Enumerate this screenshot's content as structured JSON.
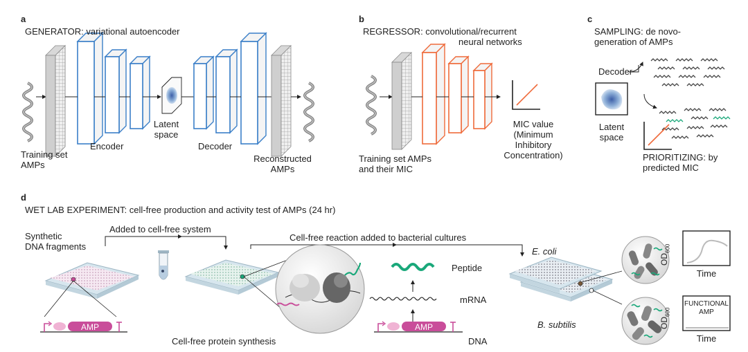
{
  "panel_a": {
    "letter": "a",
    "title": "GENERATOR: variational autoencoder",
    "training_set": [
      "Training set",
      "AMPs"
    ],
    "encoder": "Encoder",
    "latent_space": [
      "Latent",
      "space"
    ],
    "decoder": "Decoder",
    "reconstructed": [
      "Reconstructed",
      "AMPs"
    ]
  },
  "panel_b": {
    "letter": "b",
    "title": [
      "REGRESSOR: convolutional/recurrent",
      "neural networks"
    ],
    "training_set": [
      "Training set AMPs",
      "and their MIC"
    ],
    "mic_value": [
      "MIC value",
      "(Minimum",
      "Inhibitory",
      "Concentration)"
    ]
  },
  "panel_c": {
    "letter": "c",
    "title": [
      "SAMPLING: de novo-",
      "generation of AMPs"
    ],
    "decoder": "Decoder",
    "latent_space": [
      "Latent",
      "space"
    ],
    "prioritizing": [
      "PRIORITIZING: by",
      "predicted MIC"
    ]
  },
  "panel_d": {
    "letter": "d",
    "title": "WET LAB EXPERIMENT: cell-free production and activity test of AMPs (24 hr)",
    "synthetic_dna": [
      "Synthetic",
      "DNA fragments"
    ],
    "added_cellfree": "Added to cell-free system",
    "reaction_added": "Cell-free reaction added to bacterial cultures",
    "amp_gene": "AMP",
    "amp_gene2": "AMP",
    "cellfree_synthesis": "Cell-free protein synthesis",
    "peptide": "Peptide",
    "mrna": "mRNA",
    "dna": "DNA",
    "ecoli": "E. coli",
    "bsubtilis": "B. subtilis",
    "od_axis": "OD",
    "od_sub": "600",
    "od_axis2": "OD",
    "od_sub2": "600",
    "time1": "Time",
    "time2": "Time",
    "functional": [
      "FUNCTIONAL",
      "AMP"
    ]
  },
  "colors": {
    "encoder_blue": "#3a7fc8",
    "regressor_orange": "#ef6a3a",
    "peptide_green": "#1aa87a",
    "amp_pink": "#c94d9a",
    "gray_layer": "#bdbdbd"
  }
}
